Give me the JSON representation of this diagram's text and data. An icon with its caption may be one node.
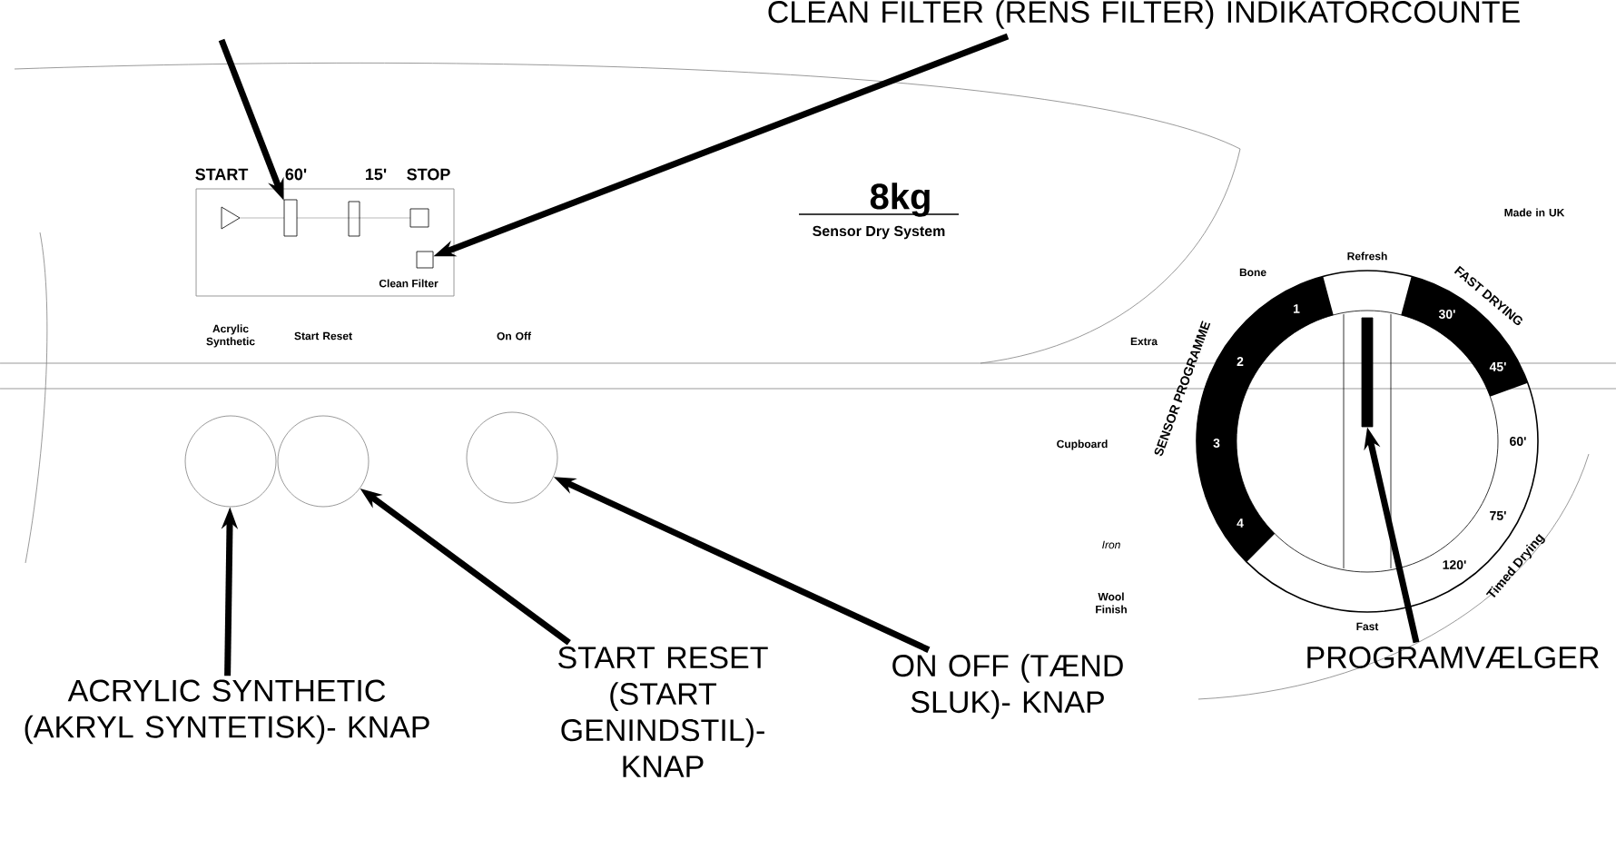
{
  "diagram": {
    "nodes": [
      {
        "text": [],
        "shape": "bar"
      },
      {
        "text": [],
        "shape": "box"
      },
      {
        "text": [
          "CLEAN FILTER (RENS FILTER) INDIKATORCOUNTE"
        ]
      },
      {
        "text": [],
        "shape": "circle"
      },
      {
        "text": [],
        "shape": "circle"
      },
      {
        "text": [],
        "shape": "circle"
      },
      {
        "text": [],
        "shape": "bar"
      },
      {
        "text": [
          "ACRYLIC SYNTHETIC (AKRYL SYNTETISK)- KNAP"
        ]
      },
      {
        "text": [
          "START RESET (START GENINDSTIL)- KNAP"
        ]
      },
      {
        "text": [
          "ON OFF (TÆND SLUK)- KNAP"
        ]
      },
      {
        "text": [
          "PROGRAMVÆLGER"
        ]
      }
    ],
    "edges": [
      {
        "from": null,
        "to": 0,
        "arrow": "to"
      },
      {
        "from": 2,
        "to": 1,
        "arrow": "to"
      },
      {
        "from": 7,
        "to": 3,
        "arrow": "to"
      },
      {
        "from": 8,
        "to": 4,
        "arrow": "to"
      },
      {
        "from": 9,
        "to": 5,
        "arrow": "to"
      },
      {
        "from": 10,
        "to": 6,
        "arrow": "to"
      }
    ],
    "labels": [
      "START",
      "60'",
      "15'",
      "STOP",
      "Clean Filter",
      "8kg",
      "Sensor Dry System",
      "Made in UK",
      "Acrylic Synthetic",
      "Start Reset",
      "On Off",
      "Refresh",
      "Bone",
      "Extra",
      "Cupboard",
      "Iron",
      "Wool Finish",
      "Fast",
      "SENSOR PROGRAMME",
      "1",
      "2",
      "3",
      "4",
      "FAST DRYING",
      "30'",
      "45'",
      "60'",
      "75'",
      "120'",
      "Timed Drying"
    ]
  }
}
